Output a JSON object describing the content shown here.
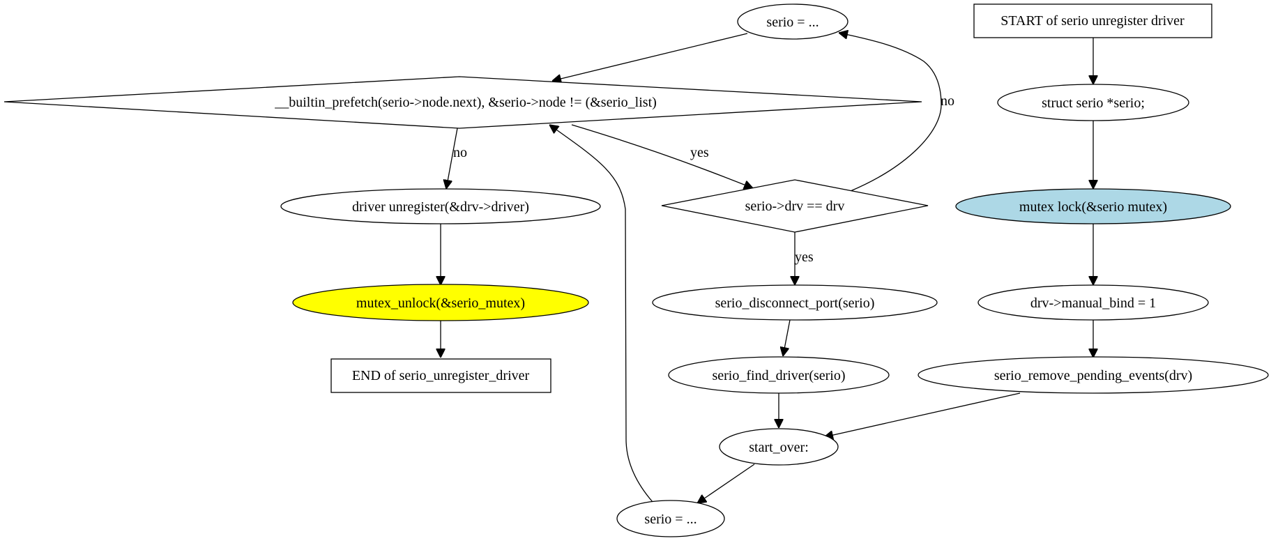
{
  "nodes": {
    "start": {
      "label": "START of serio  unregister  driver"
    },
    "decl": {
      "label": "struct serio *serio;"
    },
    "lock": {
      "label": "mutex  lock(&serio  mutex)",
      "fill": "#add8e6"
    },
    "manual_bind": {
      "label": "drv->manual_bind = 1"
    },
    "remove_pending": {
      "label": "serio_remove_pending_events(drv)"
    },
    "start_over": {
      "label": "start_over:"
    },
    "serio_assign_bottom": {
      "label": "serio = ..."
    },
    "loop_cond": {
      "label": "__builtin_prefetch(serio->node.next), &serio->node != (&serio_list)"
    },
    "drv_check": {
      "label": "serio->drv == drv"
    },
    "serio_assign_top": {
      "label": "serio = ..."
    },
    "disconnect": {
      "label": "serio_disconnect_port(serio)"
    },
    "find_driver": {
      "label": "serio_find_driver(serio)"
    },
    "unregister": {
      "label": "driver  unregister(&drv->driver)"
    },
    "unlock": {
      "label": "mutex_unlock(&serio_mutex)",
      "fill": "#ffff00"
    },
    "end": {
      "label": "END of serio_unregister_driver"
    }
  },
  "edges": {
    "loop_to_unregister": {
      "label": "no"
    },
    "loop_to_drv_check": {
      "label": "yes"
    },
    "drv_check_to_disconnect": {
      "label": "yes"
    },
    "drv_check_to_serio_assign": {
      "label": "no"
    }
  }
}
